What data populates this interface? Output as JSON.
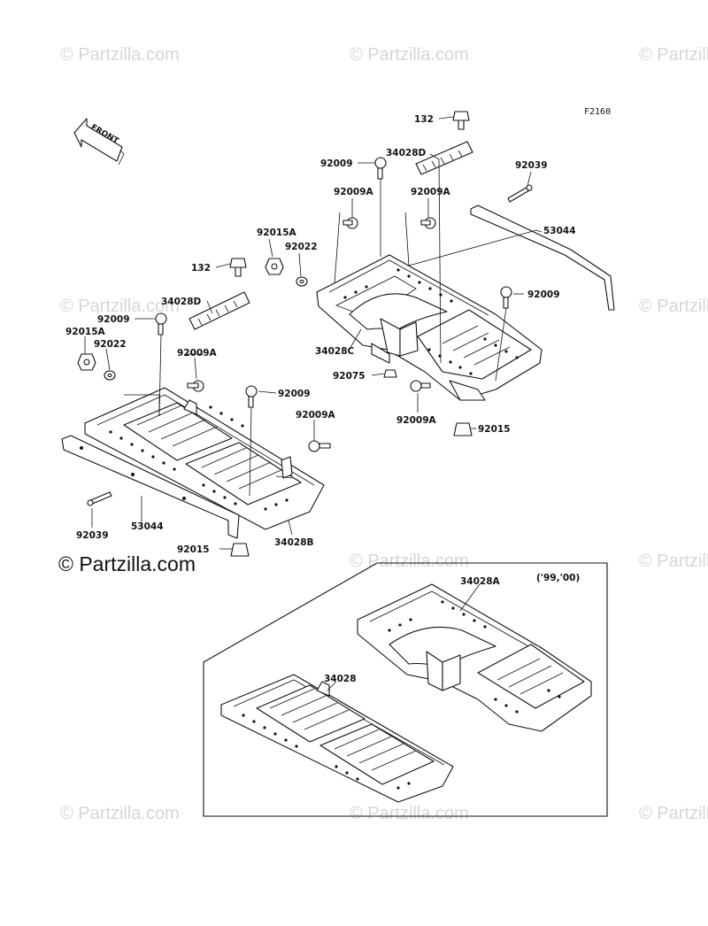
{
  "figure_code": "F2160",
  "front_label": "FRONT",
  "years_note": "('99,'00)",
  "brand": {
    "main_watermark": "© Partzilla.com",
    "bg_watermark": "© Partzilla.com"
  },
  "labels": {
    "l132a": "132",
    "l34028Da": "34028D",
    "l92009a": "92009",
    "l92009Aa": "92009A",
    "l92009Ab": "92009A",
    "l92039a": "92039",
    "l53044a": "53044",
    "l92009b": "92009",
    "l34028C": "34028C",
    "l92075": "92075",
    "l92009Ac": "92009A",
    "l92015a": "92015",
    "l92015Aa": "92015A",
    "l92022a": "92022",
    "l132b": "132",
    "l34028Db": "34028D",
    "l92009c": "92009",
    "l92015Ab": "92015A",
    "l92022b": "92022",
    "l92009Ad": "92009A",
    "l92009d": "92009",
    "l92009Ae": "92009A",
    "l92039b": "92039",
    "l53044b": "53044",
    "l34028B": "34028B",
    "l92015b": "92015",
    "l34028A": "34028A",
    "l34028": "34028"
  },
  "colors": {
    "ink": "#111111",
    "watermark": "#d6d6d6",
    "background": "#ffffff"
  }
}
